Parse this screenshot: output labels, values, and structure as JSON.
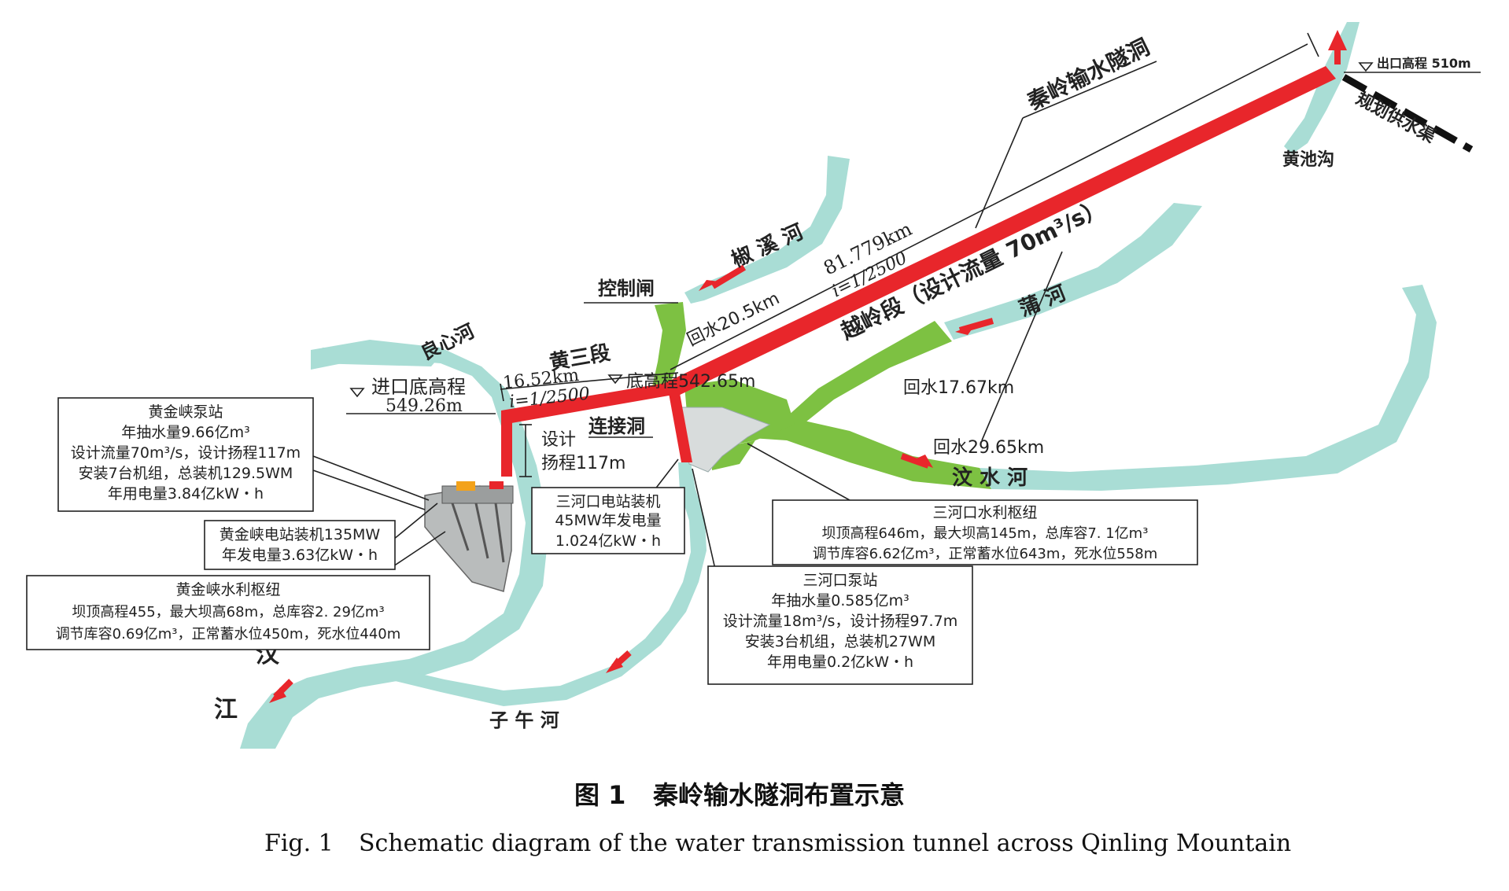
{
  "colors": {
    "river": "#a9ddd5",
    "river_dark": "#88cfc5",
    "backwater": "#7dc142",
    "tunnel": "#e8262b",
    "arrow": "#e8262b",
    "text": "#222222"
  },
  "labels": {
    "tunnel_name": "秦岭输水隧洞",
    "outlet_elev": "出口高程 510m",
    "planned_canal": "规划供水渠",
    "huangchigou": "黄池沟",
    "jiaoxi_river": "椒 溪 河",
    "length_81": "81.779km",
    "slope_upper": "i=1/2500",
    "ridge_section": "越岭段（设计流量 70m³/s）",
    "control_gate": "控制闸",
    "backwater_20": "回水20.5km",
    "pu_river": "蒲 河",
    "liangxin_river": "良心河",
    "huangsan_section": "黄三段",
    "inlet_elev_label": "进口底高程",
    "inlet_elev_value": "549.26m",
    "length_16": "16.52km",
    "slope_lower": "i=1/2500",
    "bottom_elev": "底高程542.65m",
    "backwater_17": "回水17.67km",
    "connect_tunnel": "连接洞",
    "design_lift_1": "设计",
    "design_lift_2": "扬程117m",
    "backwater_29": "回水29.65km",
    "wenshui_river": "汶 水 河",
    "han": "汉",
    "jiang": "江",
    "ziwu_river": "子 午 河"
  },
  "boxes": {
    "hjx_pump": [
      "黄金峡泵站",
      "年抽水量9.66亿m³",
      "设计流量70m³/s，设计扬程117m",
      "安装7台机组，总装机129.5WM",
      "年用电量3.84亿kW・h"
    ],
    "hjx_power": [
      "黄金峡电站装机135MW",
      "年发电量3.63亿kW・h"
    ],
    "hjx_hub": [
      "黄金峡水利枢纽",
      "坝顶高程455，最大坝高68m，总库容2. 29亿m³",
      "调节库容0.69亿m³，正常蓄水位450m，死水位440m"
    ],
    "shk_power": [
      "三河口电站装机",
      "45MW年发电量",
      "1.024亿kW・h"
    ],
    "shk_hub": [
      "三河口水利枢纽",
      "坝顶高程646m，最大坝高145m，总库容7. 1亿m³",
      "调节库容6.62亿m³，正常蓄水位643m，死水位558m"
    ],
    "shk_pump": [
      "三河口泵站",
      "年抽水量0.585亿m³",
      "设计流量18m³/s，设计扬程97.7m",
      "安装3台机组，总装机27WM",
      "年用电量0.2亿kW・h"
    ]
  },
  "caption": {
    "number_cn": "图 1",
    "title_cn": "秦岭输水隧洞布置示意",
    "number_en": "Fig. 1",
    "title_en": "Schematic diagram of the water transmission tunnel across Qinling Mountain"
  }
}
